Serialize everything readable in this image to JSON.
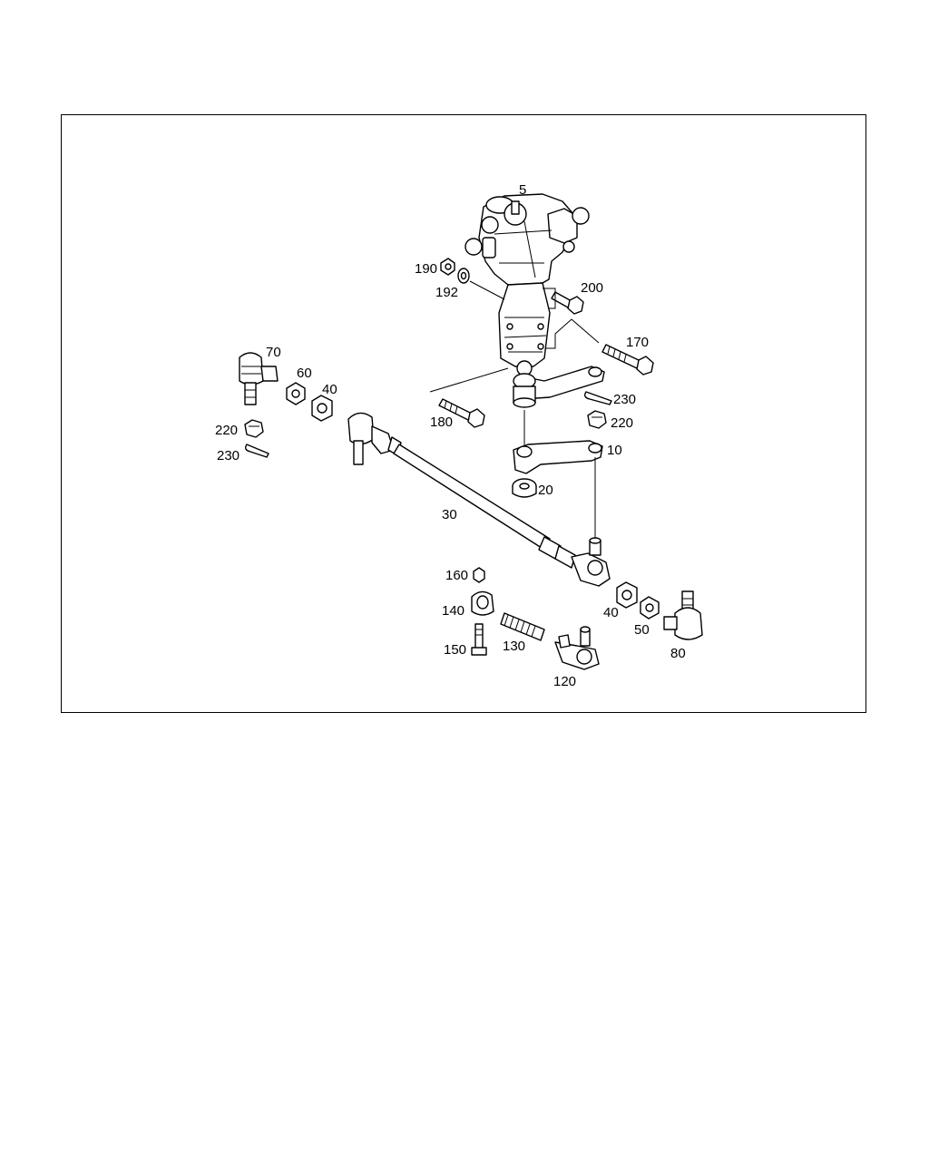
{
  "diagram": {
    "labels": {
      "p5": "5",
      "p190": "190",
      "p192": "192",
      "p200": "200",
      "p170": "170",
      "p70": "70",
      "p60": "60",
      "p40a": "40",
      "p230a": "230",
      "p220a": "220",
      "p180": "180",
      "p220b": "220",
      "p230b": "230",
      "p10": "10",
      "p20": "20",
      "p30": "30",
      "p160": "160",
      "p140": "140",
      "p150": "150",
      "p130": "130",
      "p120": "120",
      "p40b": "40",
      "p50": "50",
      "p80": "80"
    }
  }
}
